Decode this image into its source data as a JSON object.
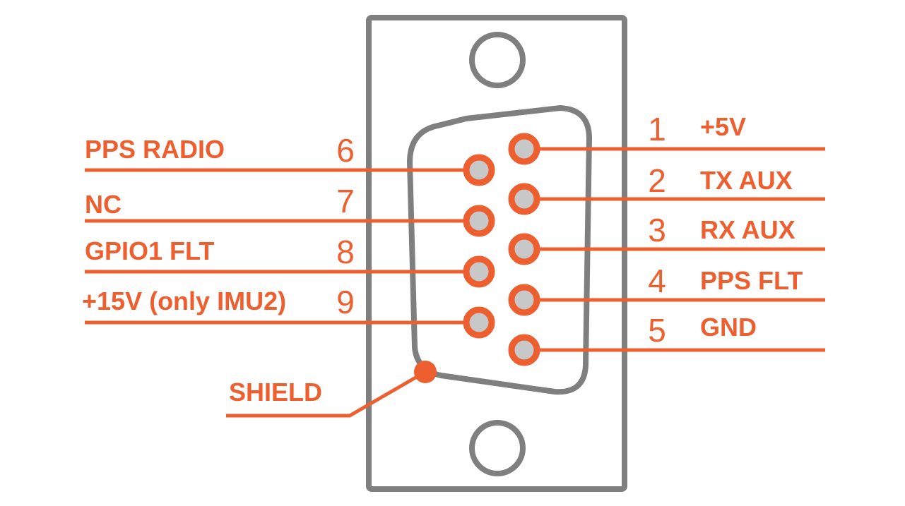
{
  "colors": {
    "wire": "#ee5f2f",
    "shell": "#7f7f7f",
    "pin_fill": "#c8c8c8",
    "background": "#ffffff"
  },
  "connector": {
    "mounting_holes": [
      "mounting-hole-top",
      "mounting-hole-bottom"
    ],
    "shield": {
      "label": "SHIELD"
    }
  },
  "pins": [
    {
      "number": "1",
      "signal": "+5V"
    },
    {
      "number": "2",
      "signal": "TX AUX"
    },
    {
      "number": "3",
      "signal": "RX AUX"
    },
    {
      "number": "4",
      "signal": "PPS FLT"
    },
    {
      "number": "5",
      "signal": "GND"
    },
    {
      "number": "6",
      "signal": "PPS RADIO"
    },
    {
      "number": "7",
      "signal": "NC"
    },
    {
      "number": "8",
      "signal": "GPIO1 FLT"
    },
    {
      "number": "9",
      "signal": "+15V (only IMU2)"
    }
  ]
}
